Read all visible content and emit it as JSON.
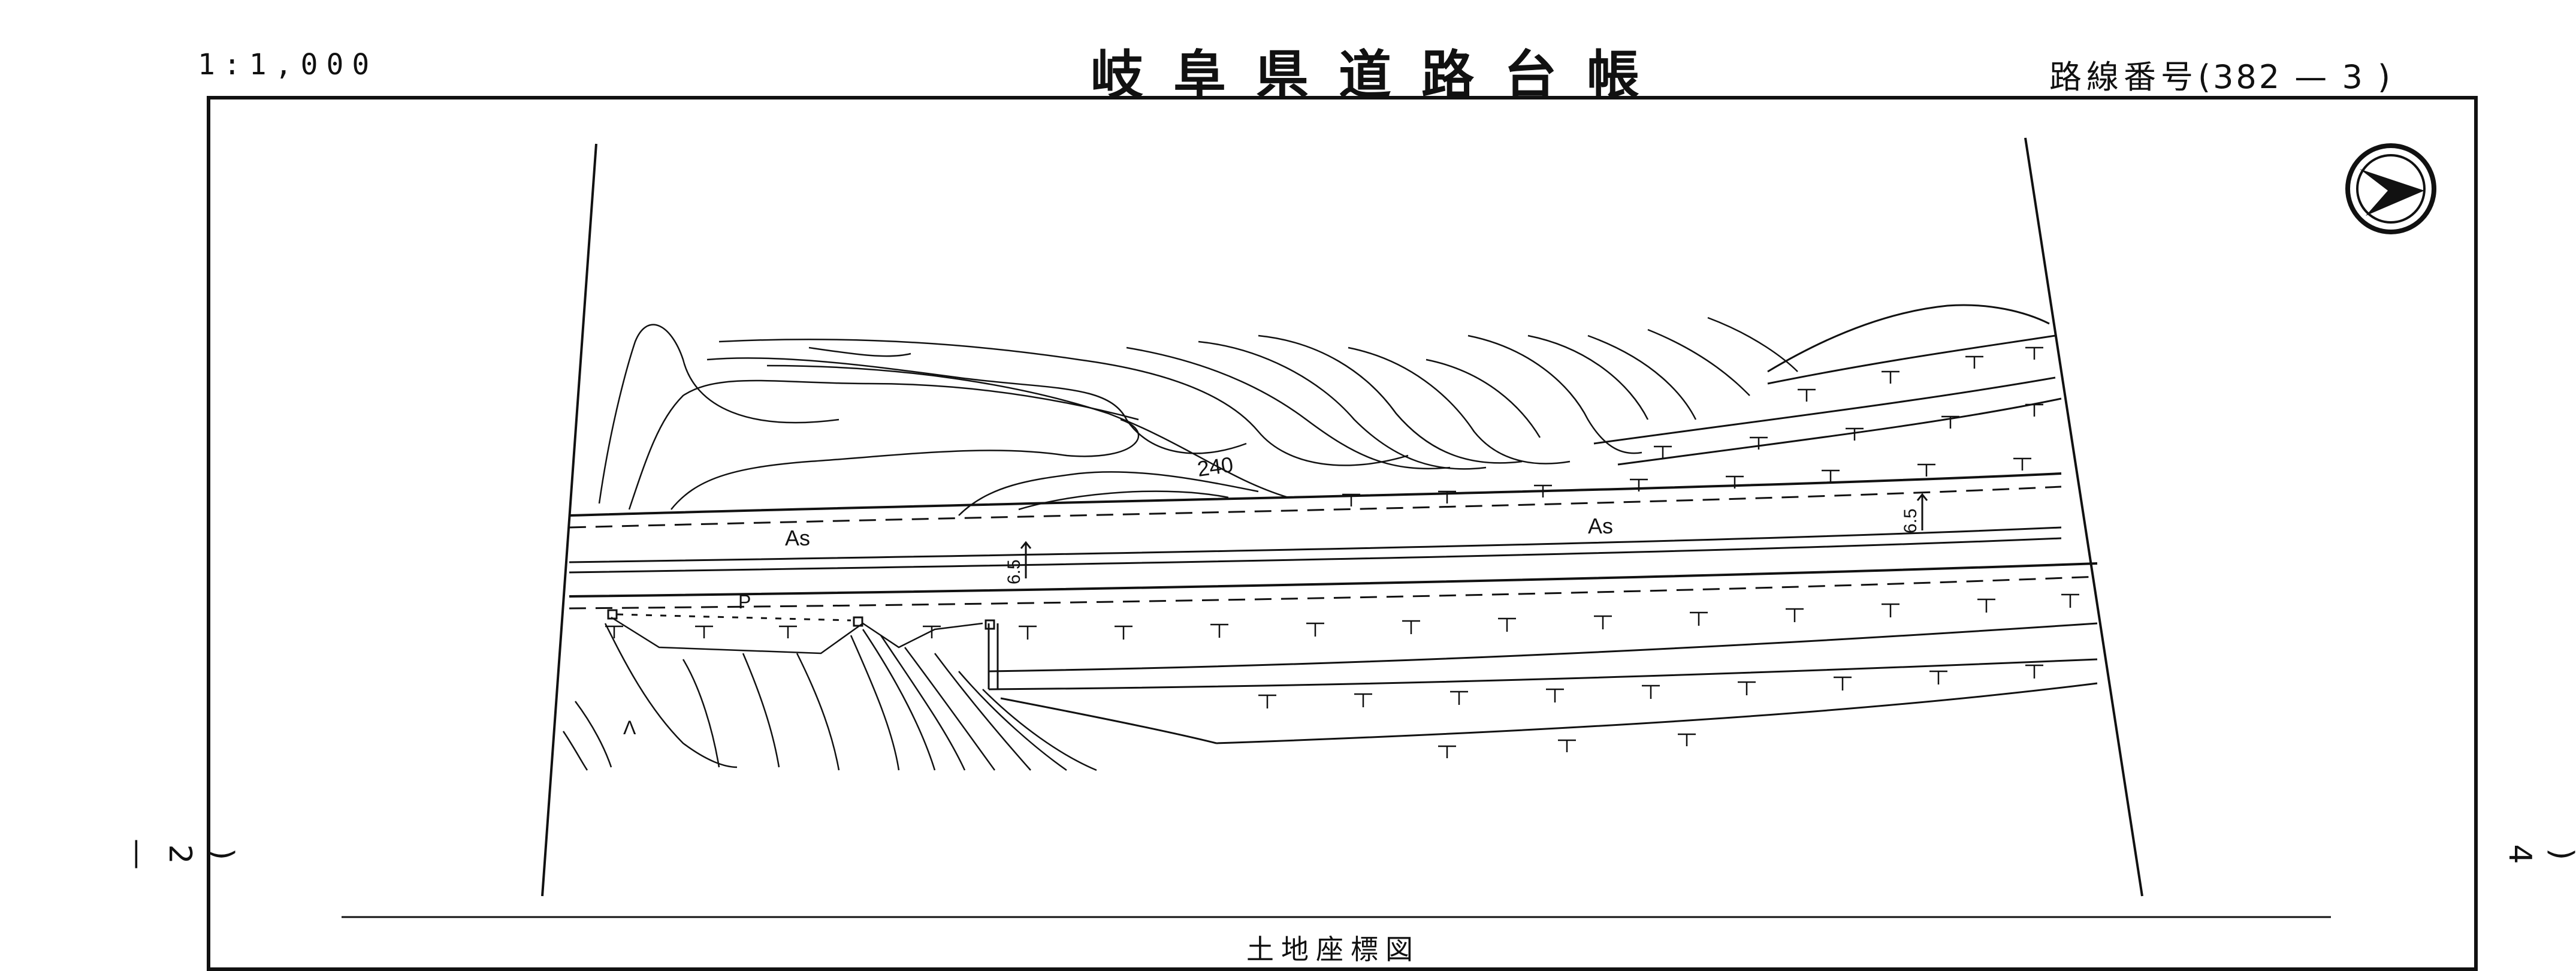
{
  "header": {
    "scale": "1:1,000",
    "title": "岐阜県道路台帳",
    "route_label": "路線番号",
    "route_number": "(382 — 3 )"
  },
  "sheets": {
    "prev": ")\n2\n—",
    "next": ")\n4\n—"
  },
  "map": {
    "contour_label": "240",
    "surface_left": "As",
    "surface_right": "As",
    "width_left": "6.5",
    "width_right": "6.5",
    "mark_p": "P",
    "mark_a": "Λ"
  },
  "caption": "土地座標図"
}
